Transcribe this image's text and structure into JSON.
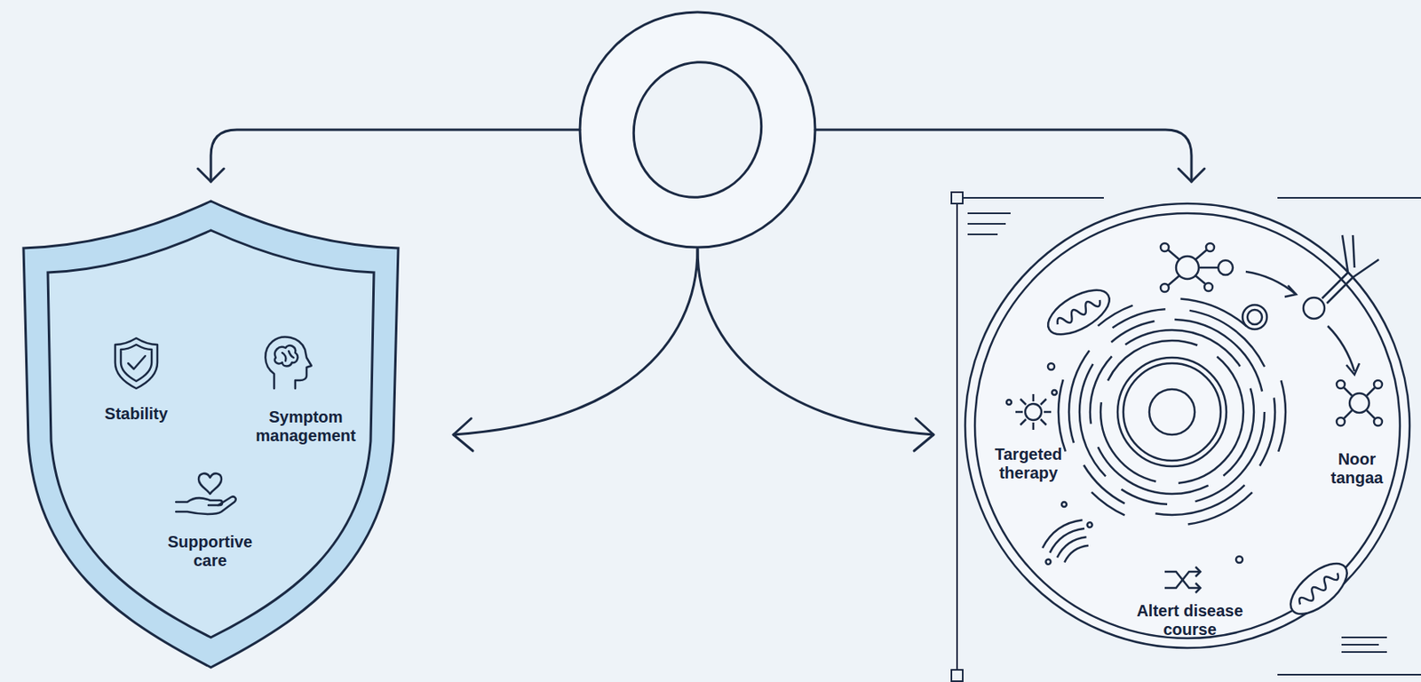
{
  "diagram": {
    "nodes": [
      {
        "text": [
          "Stability",
          "Symptom management",
          "Supportive care"
        ]
      },
      {
        "text": [
          "Targeted therapy",
          "Noor tangaa",
          "Altert disease course"
        ]
      }
    ]
  }
}
